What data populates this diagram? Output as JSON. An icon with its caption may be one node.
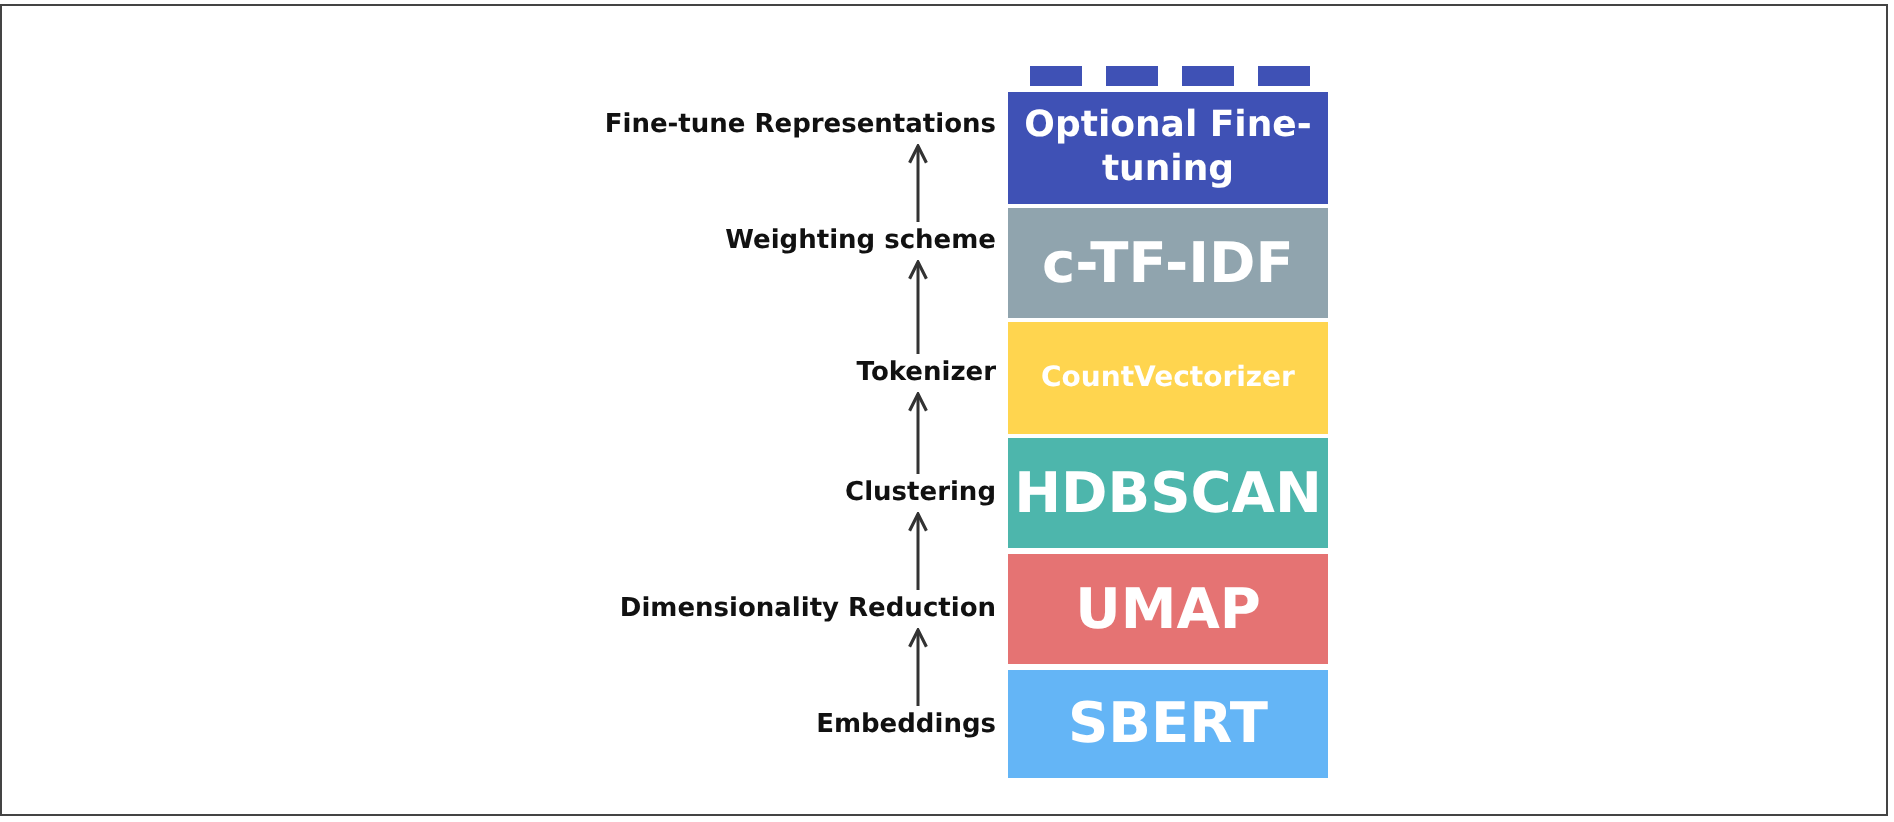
{
  "diagram": {
    "nodes": [
      {
        "text": [
          "Fine-tune Representations"
        ]
      },
      {
        "text": [
          "Optional Fine-tuning"
        ]
      },
      {
        "text": [
          "Weighting scheme"
        ]
      },
      {
        "text": [
          "c-TF-IDF"
        ]
      },
      {
        "text": [
          "Tokenizer"
        ]
      },
      {
        "text": [
          "CountVectorizer"
        ]
      },
      {
        "text": [
          "Clustering"
        ]
      },
      {
        "text": [
          "HDBSCAN"
        ]
      },
      {
        "text": [
          "Dimensionality Reduction"
        ]
      },
      {
        "text": [
          "UMAP"
        ]
      },
      {
        "text": [
          "Embeddings"
        ]
      },
      {
        "text": [
          "SBERT"
        ]
      }
    ],
    "edges": [
      {
        "from": 10,
        "to": 8,
        "arrow": "to"
      },
      {
        "from": 8,
        "to": 6,
        "arrow": "to"
      },
      {
        "from": 6,
        "to": 4,
        "arrow": "to"
      },
      {
        "from": 4,
        "to": 2,
        "arrow": "to"
      },
      {
        "from": 2,
        "to": 0,
        "arrow": "to"
      }
    ]
  }
}
